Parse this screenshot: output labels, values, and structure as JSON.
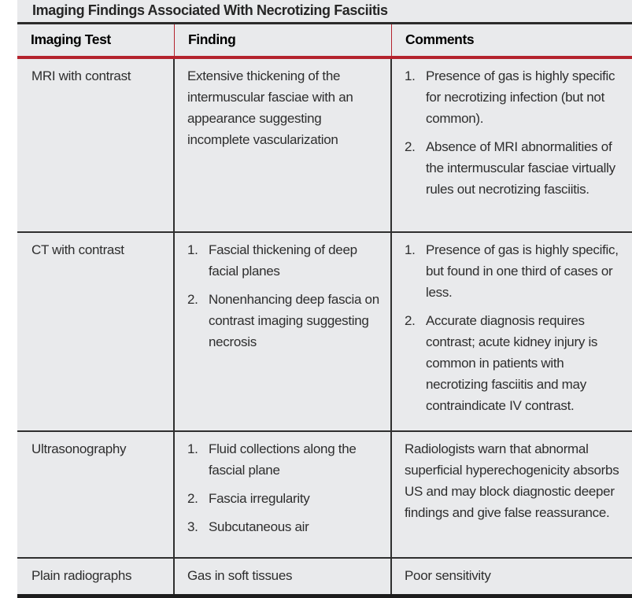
{
  "table": {
    "title": "Imaging Findings Associated With Necrotizing Fasciitis",
    "columns": [
      "Imaging Test",
      "Finding",
      "Comments"
    ],
    "rows": [
      {
        "test": "MRI with contrast",
        "finding": {
          "text": "Extensive thickening of the intermuscular fasciae with an appearance suggesting incomplete vascularization"
        },
        "comments": {
          "list": [
            "Presence of gas is highly specific for necrotizing infection (but not common).",
            "Absence of MRI abnormalities of the intermuscular fasciae virtually rules out necrotizing fasciitis."
          ]
        }
      },
      {
        "test": "CT with contrast",
        "finding": {
          "list": [
            "Fascial thickening of deep facial planes",
            "Nonenhancing deep fascia on contrast imaging suggesting necrosis"
          ]
        },
        "comments": {
          "list": [
            "Presence of gas is highly specific, but found in one third of cases or less.",
            "Accurate diagnosis requires contrast; acute kidney injury is common in patients with necrotizing fasciitis and may contraindicate IV contrast."
          ]
        }
      },
      {
        "test": "Ultrasonography",
        "finding": {
          "list": [
            "Fluid collections along the fascial plane",
            "Fascia irregularity",
            "Subcutaneous air"
          ]
        },
        "comments": {
          "text": "Radiologists warn that abnormal superficial hyperechogenicity absorbs US and may block diagnostic deeper findings and give false reassurance."
        }
      },
      {
        "test": "Plain radiographs",
        "finding": {
          "text": "Gas in soft tissues"
        },
        "comments": {
          "text": "Poor sensitivity"
        }
      }
    ],
    "colors": {
      "accent_red": "#b4232d",
      "rule_black": "#2b2b2b",
      "row_background": "#e9eaec"
    }
  }
}
